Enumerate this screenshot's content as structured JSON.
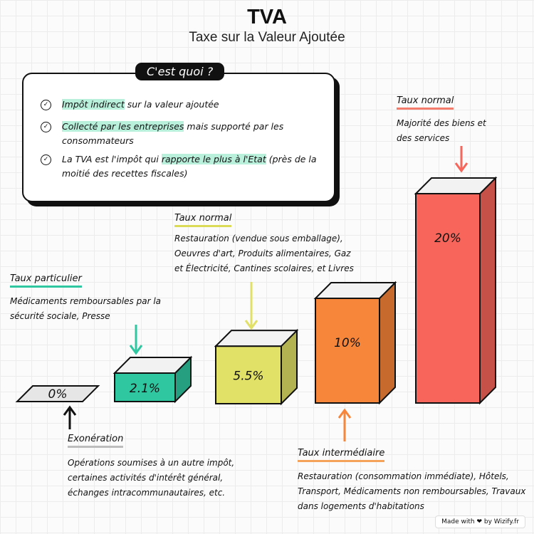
{
  "header": {
    "title": "TVA",
    "subtitle": "Taxe sur la Valeur Ajoutée"
  },
  "info": {
    "pill": "C'est quoi ?",
    "rows": [
      {
        "hl": "Impôt indirect",
        "rest": " sur la valeur ajoutée"
      },
      {
        "hl": "Collecté par les entreprises",
        "rest": " mais supporté par les consommateurs"
      },
      {
        "pre": "La TVA est l'impôt qui ",
        "hl": "rapporte le plus à l'Etat",
        "rest": " (près de la moitié des recettes fiscales)"
      }
    ]
  },
  "chart_data": {
    "type": "bar",
    "categories": [
      "Exonération",
      "Taux particulier",
      "Taux normal",
      "Taux intermédiaire",
      "Taux normal"
    ],
    "values": [
      0,
      2.1,
      5.5,
      10,
      20
    ],
    "value_labels": [
      "0%",
      "2.1%",
      "5.5%",
      "10%",
      "20%"
    ],
    "colors": [
      "#e6e6e6",
      "#2ec7a0",
      "#e1e067",
      "#f7853a",
      "#f8655a"
    ]
  },
  "annotations": {
    "exoneration": {
      "label": "Exonération",
      "desc": "Opérations soumises à un autre impôt, certaines activités d'intérêt général, échanges intracommunautaires, etc."
    },
    "particulier": {
      "label": "Taux particulier",
      "desc": "Médicaments remboursables par la sécurité sociale, Presse"
    },
    "reduit": {
      "label": "Taux normal",
      "desc": "Restauration (vendue sous emballage), Oeuvres d'art, Produits alimentaires, Gaz et Électricité, Cantines scolaires, et Livres"
    },
    "intermediaire": {
      "label": "Taux intermédiaire",
      "desc": "Restauration (consommation immédiate), Hôtels, Transport, Médicaments non remboursables, Travaux dans logements d'habitations"
    },
    "normal": {
      "label": "Taux normal",
      "desc": "Majorité des biens et des services"
    }
  },
  "footer": {
    "text": "Made with ❤ by Wizify.fr"
  }
}
